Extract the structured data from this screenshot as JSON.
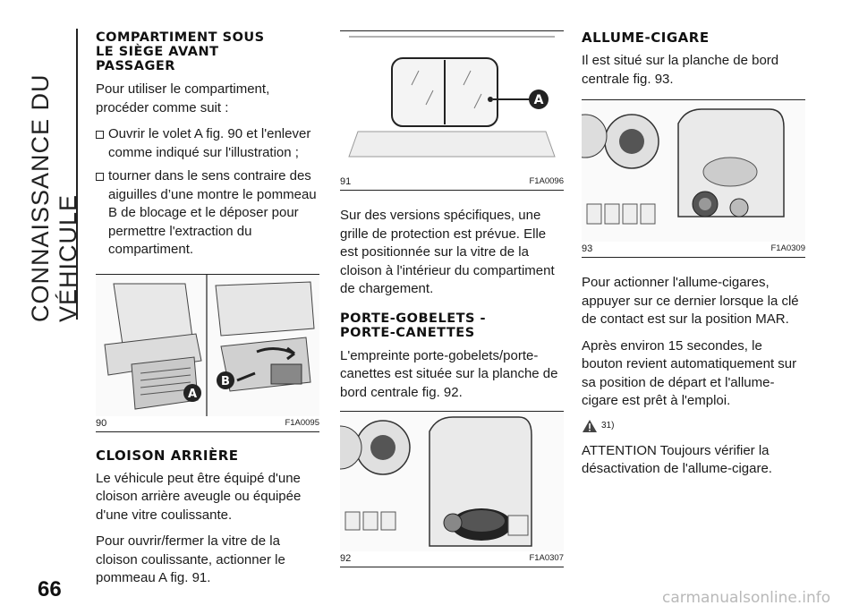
{
  "sidebar": {
    "section_title": "CONNAISSANCE DU VÉHICULE"
  },
  "page": {
    "number": "66",
    "watermark": "carmanualsonline.info"
  },
  "col1": {
    "heading1": [
      "COMPARTIMENT SOUS",
      "LE SIÈGE AVANT",
      "PASSAGER"
    ],
    "intro": "Pour utiliser le compartiment, procéder comme suit :",
    "bullets": [
      "Ouvrir le volet A fig. 90 et l'enlever comme indiqué sur l'illustration ;",
      "tourner dans le sens contraire des aiguilles d’une montre le pommeau B de blocage et le déposer pour permettre l'extraction du compartiment."
    ],
    "fig": {
      "number": "90",
      "code": "F1A0095",
      "label_a": "A",
      "label_b": "B"
    },
    "heading2": "CLOISON ARRIÈRE",
    "p1": "Le véhicule peut être équipé d'une cloison arrière aveugle ou équipée d'une vitre coulissante.",
    "p2": "Pour ouvrir/fermer la vitre de la cloison coulissante, actionner le pommeau A fig. 91."
  },
  "col2": {
    "fig91": {
      "number": "91",
      "code": "F1A0096",
      "label_a": "A"
    },
    "p1": "Sur des versions spécifiques, une grille de protection est prévue. Elle est positionnée sur la vitre de la cloison à l'intérieur du compartiment de chargement.",
    "heading": [
      "PORTE-GOBELETS -",
      "PORTE-CANETTES"
    ],
    "p2": "L'empreinte porte-gobelets/porte-canettes est située sur la planche de bord centrale fig. 92.",
    "fig92": {
      "number": "92",
      "code": "F1A0307"
    }
  },
  "col3": {
    "heading": "ALLUME-CIGARE",
    "p1": "Il est situé sur la planche de bord centrale fig. 93.",
    "fig93": {
      "number": "93",
      "code": "F1A0309"
    },
    "p2": "Pour actionner l'allume-cigares, appuyer sur ce dernier lorsque la clé de contact est sur la position MAR.",
    "p3": "Après environ 15 secondes, le bouton revient automatiquement sur sa position de départ et l'allume-cigare est prêt à l'emploi.",
    "warning_ref": "31)",
    "p4": "ATTENTION Toujours vérifier la désactivation de l'allume-cigare."
  }
}
